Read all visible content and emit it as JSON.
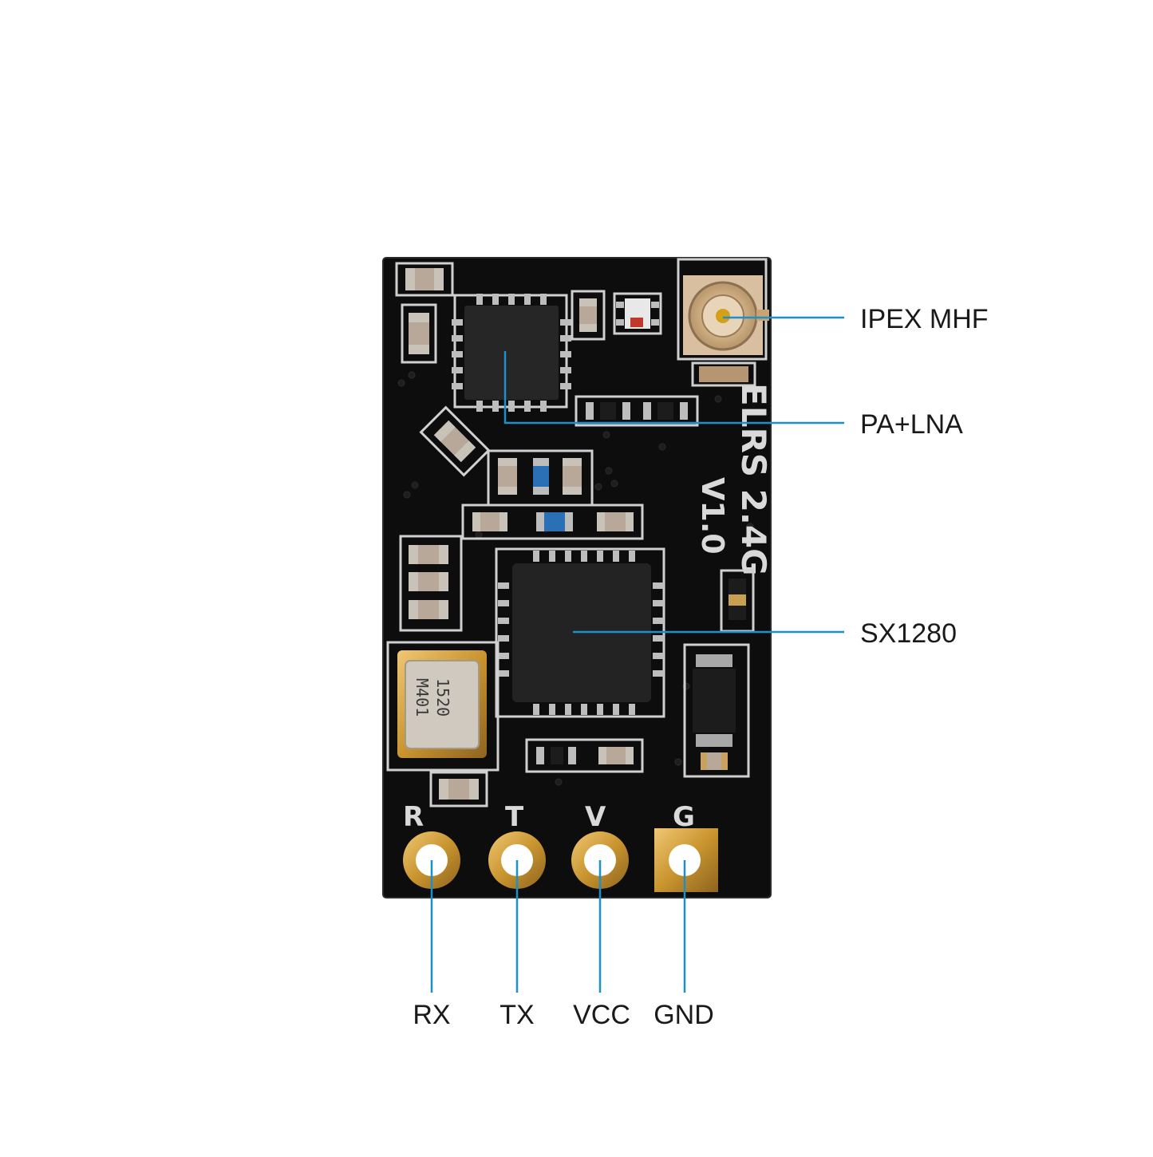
{
  "board": {
    "silkscreen_title": "ELRS 2.4G",
    "silkscreen_version": "V1.0",
    "crystal_marking_1": "1520",
    "crystal_marking_2": "M401",
    "pad_letters": [
      "R",
      "T",
      "V",
      "G"
    ]
  },
  "callouts": [
    {
      "id": "ipex",
      "label": "IPEX MHF"
    },
    {
      "id": "pa-lna",
      "label": "PA+LNA"
    },
    {
      "id": "sx1280",
      "label": "SX1280"
    }
  ],
  "pins": [
    {
      "id": "rx",
      "label": "RX"
    },
    {
      "id": "tx",
      "label": "TX"
    },
    {
      "id": "vcc",
      "label": "VCC"
    },
    {
      "id": "gnd",
      "label": "GND"
    }
  ],
  "colors": {
    "leader_line": "#1e8fc8",
    "pcb": "#0d0d0d",
    "silkscreen": "#d9d9d9",
    "gold": "#c99a3c"
  }
}
